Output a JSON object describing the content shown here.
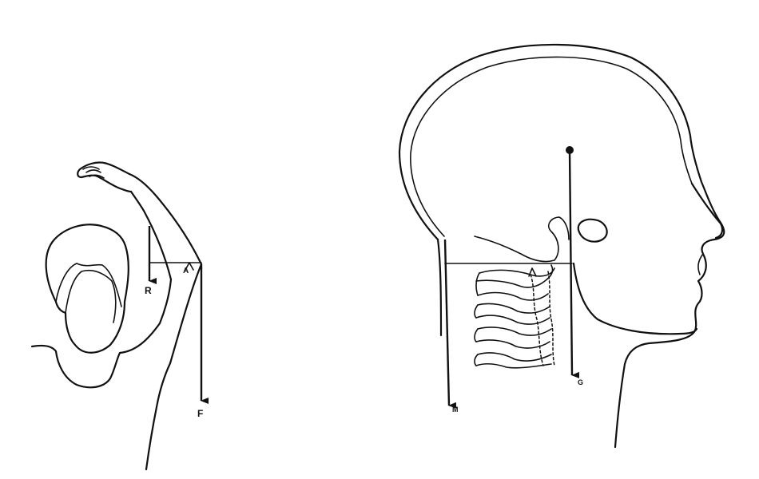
{
  "figure_left": {
    "labels": {
      "reaction_force": "R",
      "joint_angle": "A",
      "load_force": "F"
    }
  },
  "figure_right": {
    "labels": {
      "muscle_force": "M",
      "gravity_force": "G"
    }
  }
}
